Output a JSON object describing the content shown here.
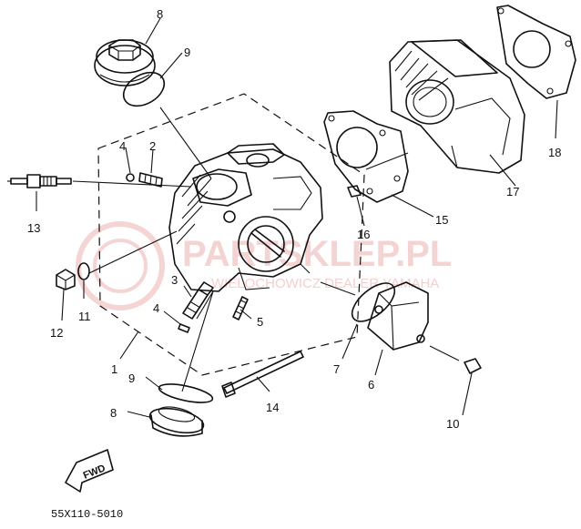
{
  "diagram": {
    "callouts": [
      "1",
      "2",
      "3",
      "4",
      "4",
      "5",
      "6",
      "7",
      "8",
      "8",
      "9",
      "9",
      "10",
      "11",
      "12",
      "13",
      "14",
      "15",
      "16",
      "17",
      "18"
    ],
    "fwd_label": "FWD",
    "part_code": "55X110-5010",
    "watermark": {
      "brand": "PARTSKLEP.PL",
      "tagline": "WIELOCHOWICZ DEALER YAMAHA"
    }
  }
}
